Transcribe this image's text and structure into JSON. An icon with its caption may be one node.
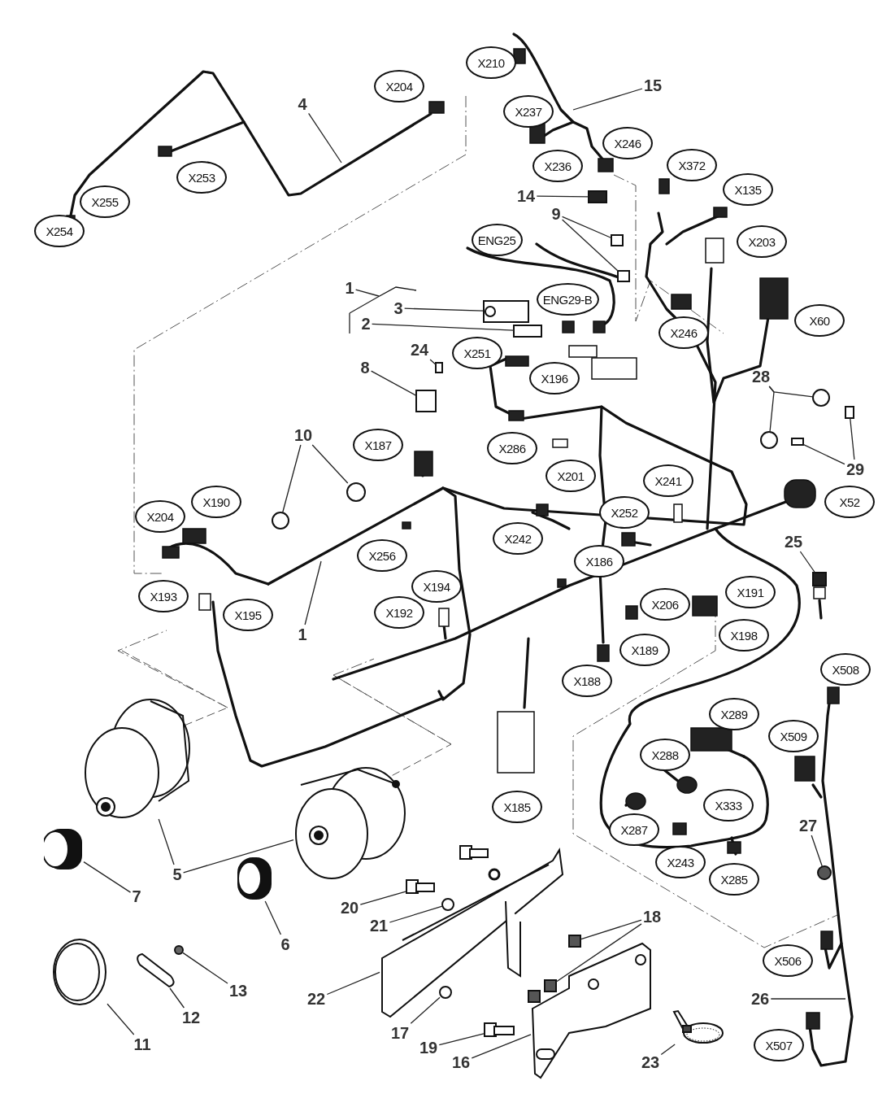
{
  "diagram": {
    "nodes": [
      {
        "text": [
          "X210"
        ]
      },
      {
        "text": [
          "15"
        ]
      },
      {
        "text": [
          "X204"
        ]
      },
      {
        "text": [
          "4"
        ]
      },
      {
        "text": [
          "X237"
        ]
      },
      {
        "text": [
          "X246"
        ]
      },
      {
        "text": [
          "X236"
        ]
      },
      {
        "text": [
          "X372"
        ]
      },
      {
        "text": [
          "X253"
        ]
      },
      {
        "text": [
          "X135"
        ]
      },
      {
        "text": [
          "14"
        ]
      },
      {
        "text": [
          "X255"
        ]
      },
      {
        "text": [
          "9"
        ]
      },
      {
        "text": [
          "X254"
        ]
      },
      {
        "text": [
          "ENG25"
        ]
      },
      {
        "text": [
          "X203"
        ]
      },
      {
        "text": [
          "1"
        ]
      },
      {
        "text": [
          "ENG29-B"
        ]
      },
      {
        "text": [
          "3"
        ]
      },
      {
        "text": [
          "X60"
        ]
      },
      {
        "text": [
          "2"
        ]
      },
      {
        "text": [
          "X246"
        ]
      },
      {
        "text": [
          "24"
        ]
      },
      {
        "text": [
          "X251"
        ]
      },
      {
        "text": [
          "8"
        ]
      },
      {
        "text": [
          "28"
        ]
      },
      {
        "text": [
          "X196"
        ]
      },
      {
        "text": [
          "10"
        ]
      },
      {
        "text": [
          "X187"
        ]
      },
      {
        "text": [
          "X286"
        ]
      },
      {
        "text": [
          "29"
        ]
      },
      {
        "text": [
          "X201"
        ]
      },
      {
        "text": [
          "X241"
        ]
      },
      {
        "text": [
          "X190"
        ]
      },
      {
        "text": [
          "X52"
        ]
      },
      {
        "text": [
          "X252"
        ]
      },
      {
        "text": [
          "X204"
        ]
      },
      {
        "text": [
          "X242"
        ]
      },
      {
        "text": [
          "25"
        ]
      },
      {
        "text": [
          "X256"
        ]
      },
      {
        "text": [
          "X186"
        ]
      },
      {
        "text": [
          "X194"
        ]
      },
      {
        "text": [
          "X191"
        ]
      },
      {
        "text": [
          "X193"
        ]
      },
      {
        "text": [
          "X206"
        ]
      },
      {
        "text": [
          "X192"
        ]
      },
      {
        "text": [
          "X195"
        ]
      },
      {
        "text": [
          "1"
        ]
      },
      {
        "text": [
          "X198"
        ]
      },
      {
        "text": [
          "X189"
        ]
      },
      {
        "text": [
          "X508"
        ]
      },
      {
        "text": [
          "X188"
        ]
      },
      {
        "text": [
          "X289"
        ]
      },
      {
        "text": [
          "X509"
        ]
      },
      {
        "text": [
          "X288"
        ]
      },
      {
        "text": [
          "X185"
        ]
      },
      {
        "text": [
          "X333"
        ]
      },
      {
        "text": [
          "27"
        ]
      },
      {
        "text": [
          "X287"
        ]
      },
      {
        "text": [
          "X243"
        ]
      },
      {
        "text": [
          "5"
        ]
      },
      {
        "text": [
          "X285"
        ]
      },
      {
        "text": [
          "7"
        ]
      },
      {
        "text": [
          "20"
        ]
      },
      {
        "text": [
          "18"
        ]
      },
      {
        "text": [
          "21"
        ]
      },
      {
        "text": [
          "6"
        ]
      },
      {
        "text": [
          "X506"
        ]
      },
      {
        "text": [
          "13"
        ]
      },
      {
        "text": [
          "22"
        ]
      },
      {
        "text": [
          "26"
        ]
      },
      {
        "text": [
          "12"
        ]
      },
      {
        "text": [
          "17"
        ]
      },
      {
        "text": [
          "11"
        ]
      },
      {
        "text": [
          "X507"
        ]
      },
      {
        "text": [
          "19"
        ]
      },
      {
        "text": [
          "16"
        ]
      },
      {
        "text": [
          "23"
        ]
      },
      {
        "text": [],
        "shape": "box"
      },
      {
        "text": [],
        "shape": "box"
      },
      {
        "text": [],
        "shape": "box"
      },
      {
        "text": [],
        "shape": "bracket"
      },
      {
        "text": [],
        "shape": "picture"
      },
      {
        "text": [],
        "shape": "box"
      },
      {
        "text": [],
        "shape": "box"
      },
      {
        "text": [],
        "shape": "box"
      },
      {
        "text": [],
        "shape": "circle"
      },
      {
        "text": [],
        "shape": "circle"
      },
      {
        "text": [],
        "shape": "circle"
      },
      {
        "text": [],
        "shape": "circle"
      },
      {
        "text": [],
        "shape": "box"
      },
      {
        "text": [],
        "shape": "box"
      },
      {
        "text": [],
        "shape": "box"
      },
      {
        "text": [],
        "shape": "circle"
      },
      {
        "text": [],
        "shape": "picture"
      },
      {
        "text": [],
        "shape": "picture"
      },
      {
        "text": [],
        "shape": "picture"
      },
      {
        "text": [],
        "shape": "picture"
      },
      {
        "text": [],
        "shape": "picture"
      },
      {
        "text": [],
        "shape": "circle"
      },
      {
        "text": [],
        "shape": "box"
      },
      {
        "text": [],
        "shape": "box"
      },
      {
        "text": [],
        "shape": "circle"
      },
      {
        "text": [],
        "shape": "picture"
      },
      {
        "text": [],
        "shape": "picture"
      },
      {
        "text": [],
        "shape": "picture"
      },
      {
        "text": [],
        "shape": "circle"
      },
      {
        "text": [],
        "shape": "picture"
      },
      {
        "text": [],
        "shape": "picture"
      },
      {
        "text": [],
        "shape": "picture"
      }
    ],
    "edges": [
      {
        "from": 1,
        "to": null,
        "arrow": "none"
      },
      {
        "from": 3,
        "to": null,
        "arrow": "none"
      },
      {
        "from": 10,
        "to": 78,
        "arrow": "none"
      },
      {
        "from": 12,
        "to": 79,
        "arrow": "none"
      },
      {
        "from": 12,
        "to": 80,
        "arrow": "none"
      },
      {
        "from": 16,
        "to": 81,
        "arrow": "none"
      },
      {
        "from": 18,
        "to": 82,
        "arrow": "none"
      },
      {
        "from": 20,
        "to": 83,
        "arrow": "none"
      },
      {
        "from": 22,
        "to": 84,
        "arrow": "none"
      },
      {
        "from": 24,
        "to": 85,
        "arrow": "none"
      },
      {
        "from": 25,
        "to": 86,
        "arrow": "none"
      },
      {
        "from": 25,
        "to": 87,
        "arrow": "none"
      },
      {
        "from": 27,
        "to": 88,
        "arrow": "none"
      },
      {
        "from": 27,
        "to": 89,
        "arrow": "none"
      },
      {
        "from": 30,
        "to": 90,
        "arrow": "none"
      },
      {
        "from": 30,
        "to": 91,
        "arrow": "none"
      },
      {
        "from": 38,
        "to": 92,
        "arrow": "none"
      },
      {
        "from": 47,
        "to": null,
        "arrow": "none"
      },
      {
        "from": 57,
        "to": 93,
        "arrow": "none"
      },
      {
        "from": 60,
        "to": 94,
        "arrow": "none"
      },
      {
        "from": 60,
        "to": 95,
        "arrow": "none"
      },
      {
        "from": 62,
        "to": 96,
        "arrow": "none"
      },
      {
        "from": 63,
        "to": 98,
        "arrow": "none"
      },
      {
        "from": 64,
        "to": 100,
        "arrow": "none"
      },
      {
        "from": 64,
        "to": 101,
        "arrow": "none"
      },
      {
        "from": 65,
        "to": 99,
        "arrow": "none"
      },
      {
        "from": 66,
        "to": 97,
        "arrow": "none"
      },
      {
        "from": 68,
        "to": 102,
        "arrow": "none"
      },
      {
        "from": 69,
        "to": 103,
        "arrow": "none"
      },
      {
        "from": 70,
        "to": null,
        "arrow": "none"
      },
      {
        "from": 71,
        "to": 104,
        "arrow": "none"
      },
      {
        "from": 72,
        "to": 106,
        "arrow": "none"
      },
      {
        "from": 73,
        "to": 105,
        "arrow": "none"
      },
      {
        "from": 75,
        "to": 107,
        "arrow": "none"
      },
      {
        "from": 76,
        "to": 108,
        "arrow": "none"
      },
      {
        "from": 77,
        "to": 109,
        "arrow": "none"
      }
    ]
  }
}
